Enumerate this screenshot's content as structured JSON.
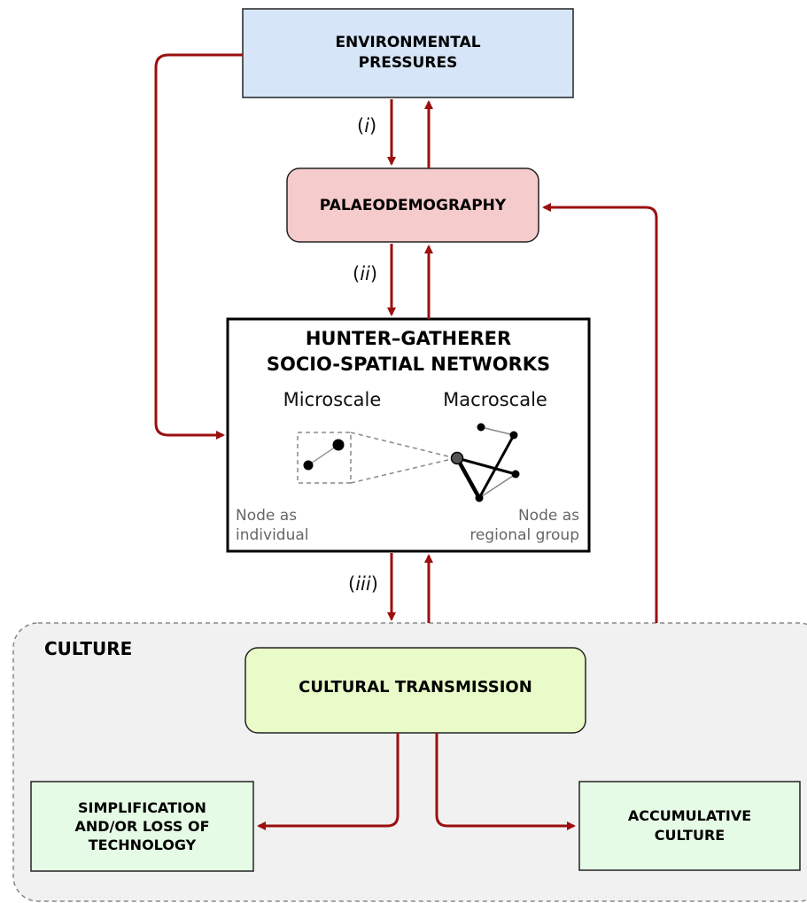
{
  "colors": {
    "arrow": "#9b0f0f",
    "env_fill": "#d6e5f8",
    "palaeo_fill": "#f5cbcb",
    "transmission_fill": "#e8fbc8",
    "outcome_fill": "#e6fbe6",
    "culture_fill": "#f1f1f1"
  },
  "boxes": {
    "environmental": "ENVIRONMENTAL\nPRESSURES",
    "palaeodemography": "PALAEODEMOGRAPHY",
    "networks": "HUNTER–GATHERER\nSOCIO-SPATIAL NETWORKS",
    "culture": "CULTURE",
    "transmission": "CULTURAL TRANSMISSION",
    "simplification": "SIMPLIFICATION\nAND/OR LOSS OF\nTECHNOLOGY",
    "accumulative": "ACCUMULATIVE\nCULTURE"
  },
  "networks": {
    "microscale": "Microscale",
    "macroscale": "Macroscale",
    "node_individual": "Node as\nindividual",
    "node_regional": "Node as\nregional group"
  },
  "links": {
    "i": "i",
    "ii": "ii",
    "iii": "iii"
  }
}
